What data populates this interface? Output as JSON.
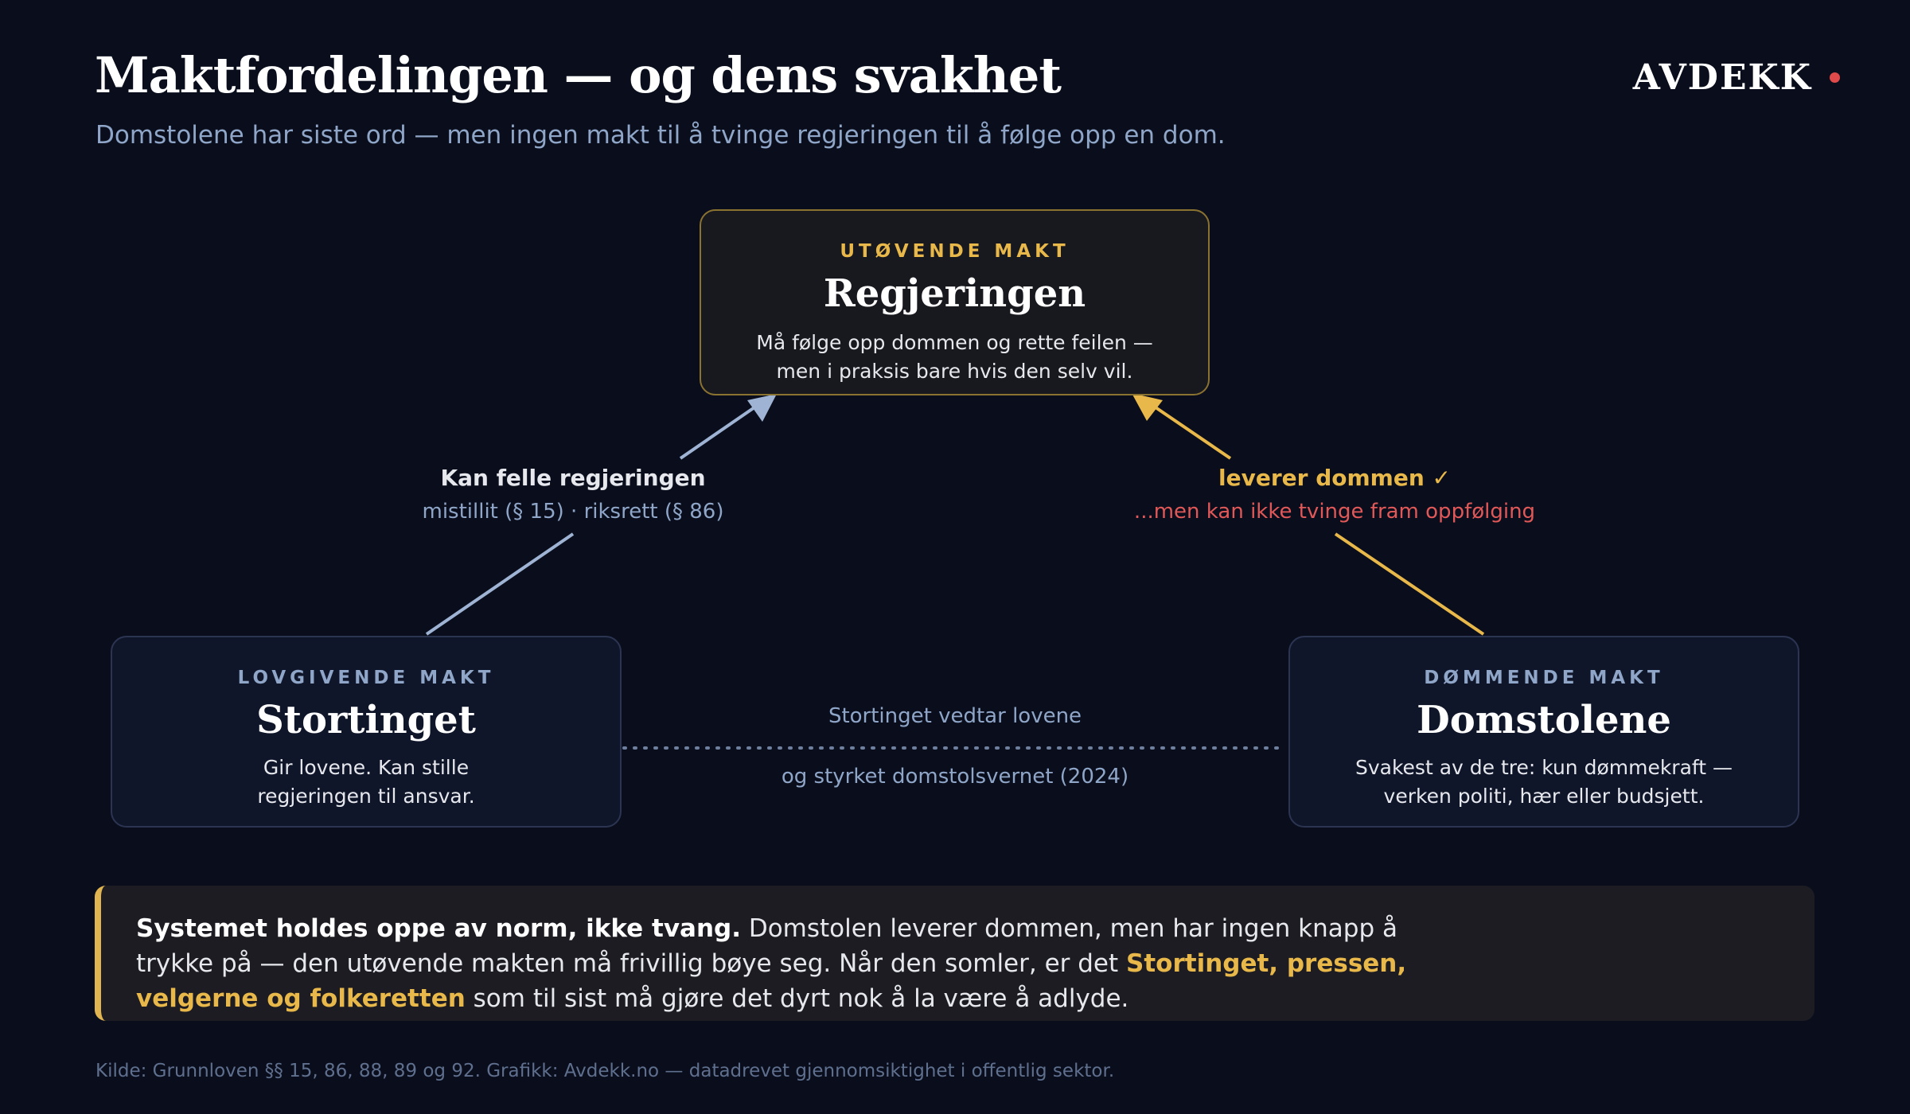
{
  "header": {
    "title": "Maktfordelingen — og dens svakhet",
    "subtitle": "Domstolene har siste ord — men ingen makt til å tvinge regjeringen til å følge opp en dom.",
    "brand": "AVDEKK"
  },
  "nodes": {
    "executive": {
      "label": "UTØVENDE MAKT",
      "name": "Regjeringen",
      "desc_line1": "Må følge opp dommen og rette feilen —",
      "desc_line2": "men i praksis bare hvis den selv vil."
    },
    "legislative": {
      "label": "LOVGIVENDE MAKT",
      "name": "Stortinget",
      "desc_line1": "Gir lovene. Kan stille",
      "desc_line2": "regjeringen til ansvar."
    },
    "judicial": {
      "label": "DØMMENDE MAKT",
      "name": "Domstolene",
      "desc_line1": "Svakest av de tre: kun dømmekraft —",
      "desc_line2": "verken politi, hær eller budsjett."
    }
  },
  "edges": {
    "legislative_to_executive": {
      "title": "Kan felle regjeringen",
      "detail": "mistillit (§ 15) · riksrett (§ 86)"
    },
    "judicial_to_executive": {
      "title": "leverer dommen ✓",
      "detail": "...men kan ikke tvinge fram oppfølging"
    },
    "legislative_to_judicial": {
      "line1": "Stortinget vedtar lovene",
      "line2": "og styrket domstolsvernet (2024)"
    }
  },
  "callout": {
    "lead": "Systemet holdes oppe av norm, ikke tvang.",
    "text1": " Domstolen leverer dommen, men har ingen knapp å trykke på — den utøvende makten må frivillig bøye seg. Når den somler, er det ",
    "highlight": "Stortinget, pressen, velgerne og folkeretten",
    "text2": " som til sist må gjøre det dyrt nok å la være å adlyde."
  },
  "footer": {
    "source": "Kilde: Grunnloven §§ 15, 86, 88, 89 og 92. Grafikk: Avdekk.no — datadrevet gjennomsiktighet i offentlig sektor."
  },
  "colors": {
    "background": "#0a0e1c",
    "accent_gold": "#e8b84a",
    "accent_blue": "#9fb4d4",
    "accent_red": "#e04a4a"
  }
}
